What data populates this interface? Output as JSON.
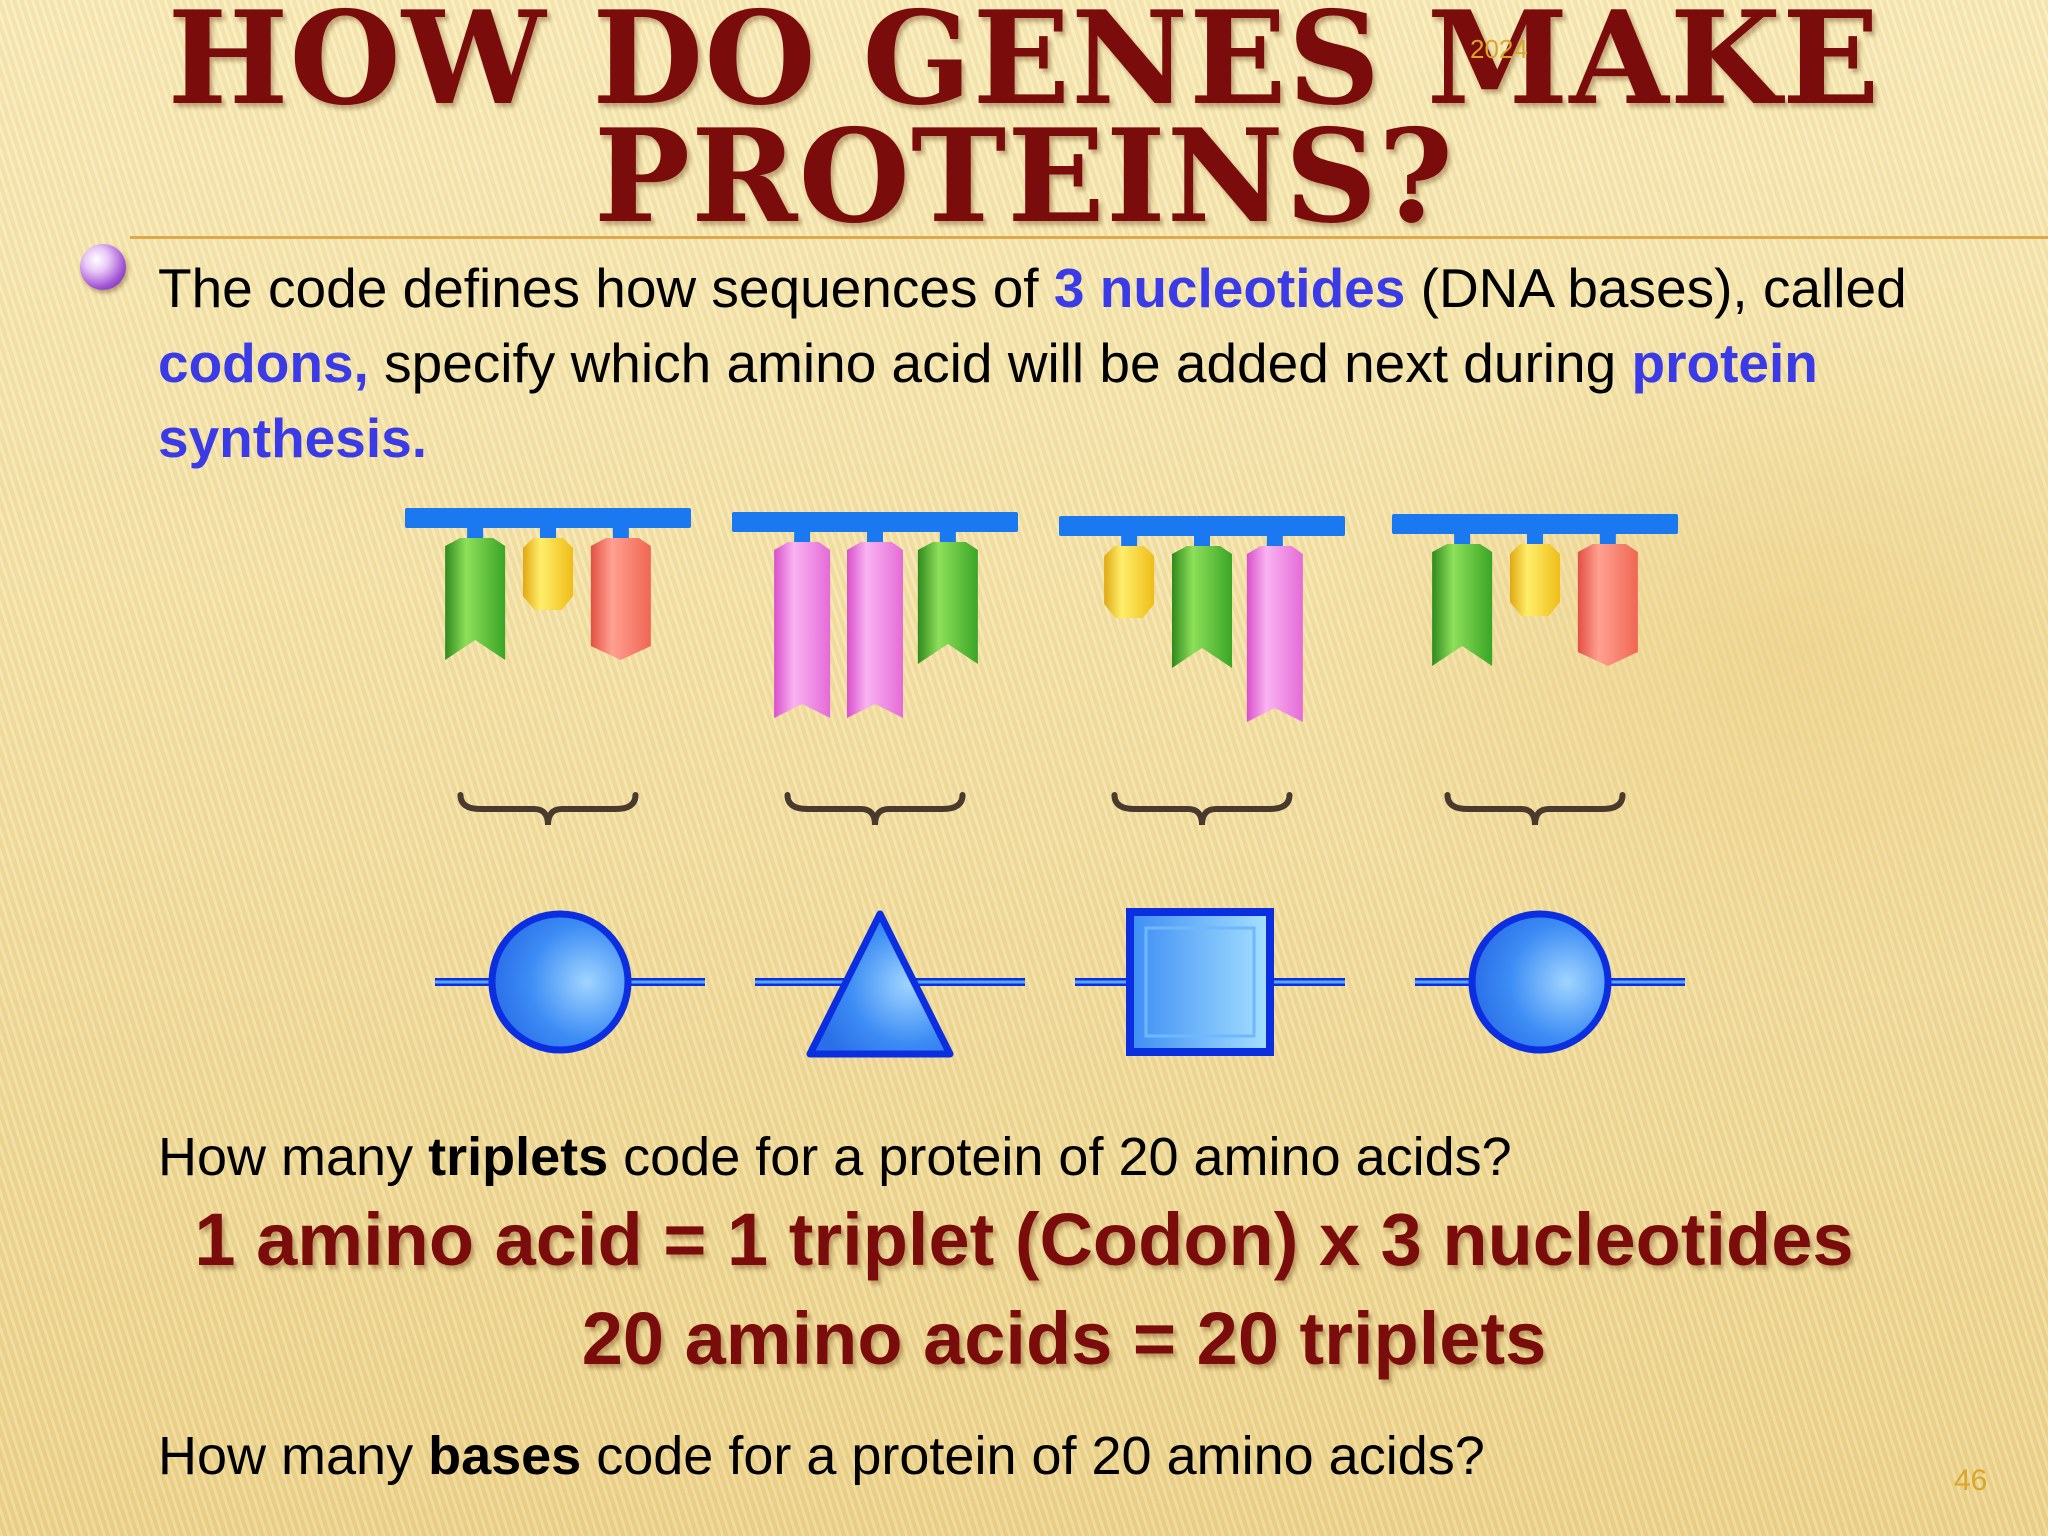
{
  "slide": {
    "title_line1": "HOW DO GENES MAKE",
    "title_line2": "PROTEINS?",
    "date": "2024",
    "page_number": "46"
  },
  "bullet": {
    "seg1": "The code defines how sequences of ",
    "term1": "3 nucleotides",
    "seg2": " (DNA bases), called ",
    "term2": "codons,",
    "seg3": " specify which amino acid will be added next during ",
    "term3": "protein synthesis",
    "seg4": "."
  },
  "diagram": {
    "codons": [
      [
        "green",
        "yellow",
        "red"
      ],
      [
        "pink",
        "pink",
        "green"
      ],
      [
        "yellow",
        "green",
        "pink"
      ],
      [
        "green",
        "yellow",
        "red"
      ]
    ],
    "amino_acid_shapes": [
      "circle",
      "triangle",
      "square",
      "circle"
    ],
    "colors": {
      "backbone": "#1a78f0",
      "green": "#3fae2a",
      "yellow": "#f0c21e",
      "red": "#f26a5a",
      "pink": "#ea73dd",
      "brace": "#4a3a2e",
      "amino_fill": "#3d8df5",
      "amino_stroke": "#0b2fe0"
    }
  },
  "question1": {
    "pre": "How many ",
    "bold": "triplets",
    "post": " code for a protein of 20 amino acids?"
  },
  "answer": {
    "line1": "1 amino acid = 1 triplet (Codon) x 3 nucleotides",
    "line2": "20 amino acids = 20 triplets"
  },
  "question2": {
    "pre": "How many ",
    "bold": "bases",
    "post": " code for a protein of 20 amino acids?"
  }
}
